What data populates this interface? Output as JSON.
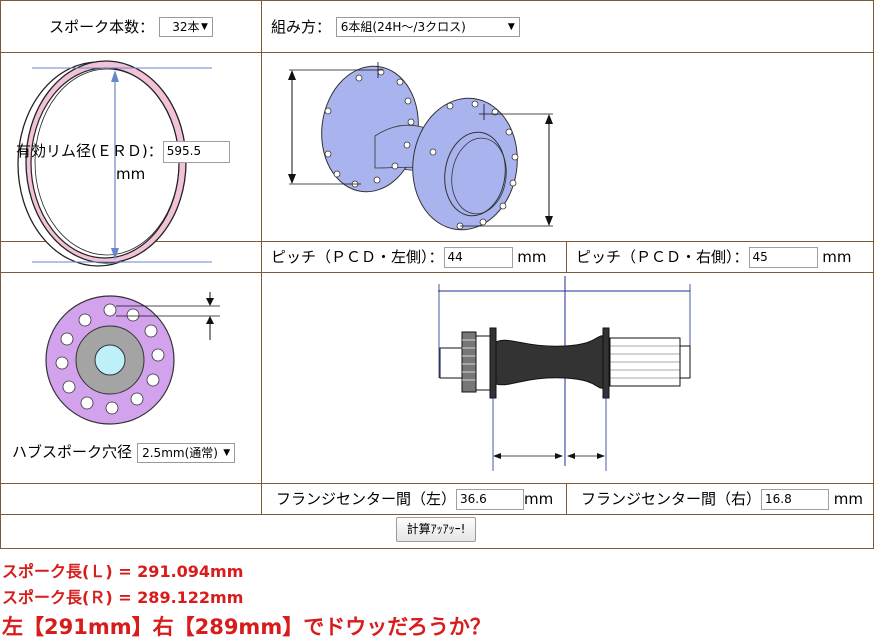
{
  "spokes": {
    "label": "スポーク本数：",
    "value": "32本"
  },
  "lacing": {
    "label": "組み方：",
    "value": "6本組(24H～/3クロス)"
  },
  "erd": {
    "label": "有効リム径(ＥＲＤ)：",
    "value": "595.5",
    "unit": "mm"
  },
  "pcd_left": {
    "label": "ピッチ（ＰＣＤ・左側）：",
    "value": "44",
    "unit": "mm"
  },
  "pcd_right": {
    "label": "ピッチ（ＰＣＤ・右側）：",
    "value": "45",
    "unit": "mm"
  },
  "hole": {
    "label": "ハブスポーク穴径",
    "value": "2.5mm(通常)"
  },
  "flange_left": {
    "label": "フランジセンター間（左）",
    "value": "36.6",
    "unit": "mm"
  },
  "flange_right": {
    "label": "フランジセンター間（右）",
    "value": "16.8",
    "unit": "mm"
  },
  "calc_button": "計算ｱｯｱｯｰ!",
  "results": {
    "left": "スポーク長(Ｌ) = 291.094mm",
    "right": "スポーク長(Ｒ) = 289.122mm",
    "summary": "左【291mm】右【289mm】でドウッだろうか？"
  },
  "colors": {
    "result_red": "#d81b1b",
    "border": "#7a5a3a",
    "hub_blue": "#a9b4ee",
    "rim_pink": "#f2c2d8",
    "hubhole_purple": "#d2a2ec"
  }
}
